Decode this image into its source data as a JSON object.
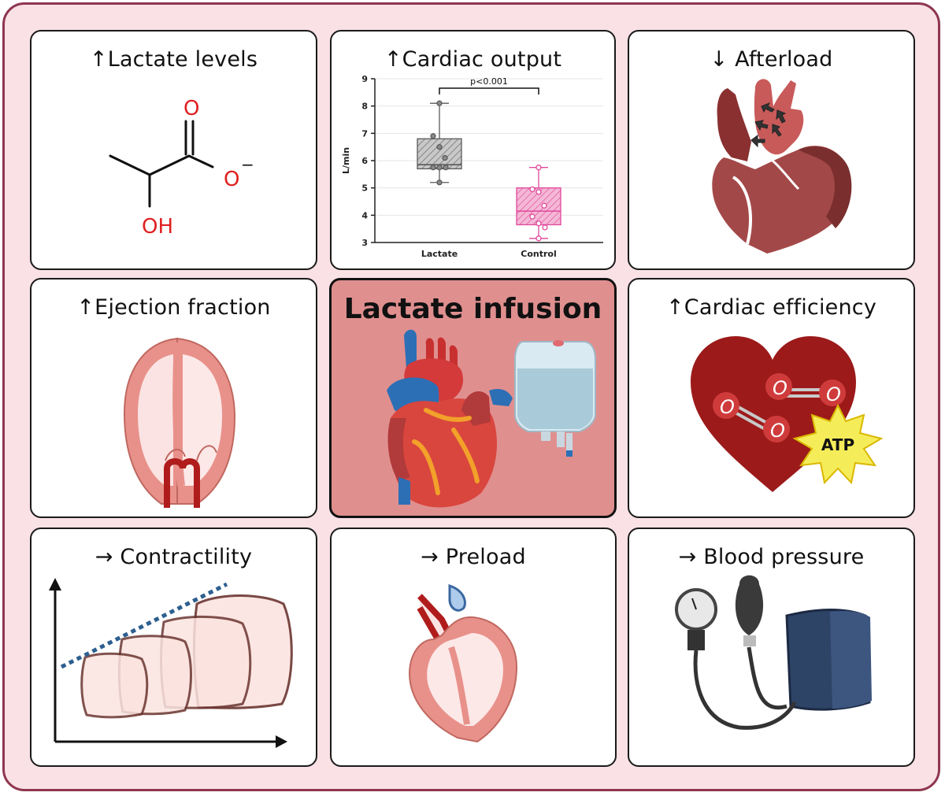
{
  "panels": {
    "lactate_levels": {
      "title": "↑Lactate levels",
      "molecule": {
        "carbonyl_o": "O",
        "oxide_o": "O",
        "charge": "−",
        "hydroxyl": "OH"
      }
    },
    "cardiac_output": {
      "title": "↑Cardiac output"
    },
    "afterload": {
      "title": "↓ Afterload"
    },
    "ejection_fraction": {
      "title": "↑Ejection fraction"
    },
    "center": {
      "title": "Lactate infusion"
    },
    "cardiac_efficiency": {
      "title": "↑Cardiac efficiency",
      "oxygen_label": "O",
      "atp_label": "ATP"
    },
    "contractility": {
      "title": "→ Contractility"
    },
    "preload": {
      "title": "→ Preload"
    },
    "blood_pressure": {
      "title": "→ Blood pressure"
    }
  },
  "chart_data": {
    "type": "box",
    "ylabel": "L/min",
    "ylim": [
      3,
      9
    ],
    "yticks": [
      3,
      4,
      5,
      6,
      7,
      8,
      9
    ],
    "annotation": "p<0.001",
    "groups": [
      {
        "name": "Lactate",
        "color": "#5a5a5a",
        "fill": "#c8c8c8",
        "min": 5.2,
        "q1": 5.7,
        "median": 5.85,
        "q3": 6.8,
        "max": 8.1,
        "points": [
          8.1,
          6.9,
          6.5,
          6.1,
          5.75,
          5.75,
          5.75,
          5.2
        ]
      },
      {
        "name": "Control",
        "color": "#e0489a",
        "fill": "#f4b8d6",
        "min": 3.15,
        "q1": 3.65,
        "median": 4.15,
        "q3": 5.0,
        "max": 5.75,
        "points": [
          5.75,
          4.95,
          4.85,
          4.35,
          3.95,
          3.7,
          3.55,
          3.15
        ]
      }
    ]
  }
}
